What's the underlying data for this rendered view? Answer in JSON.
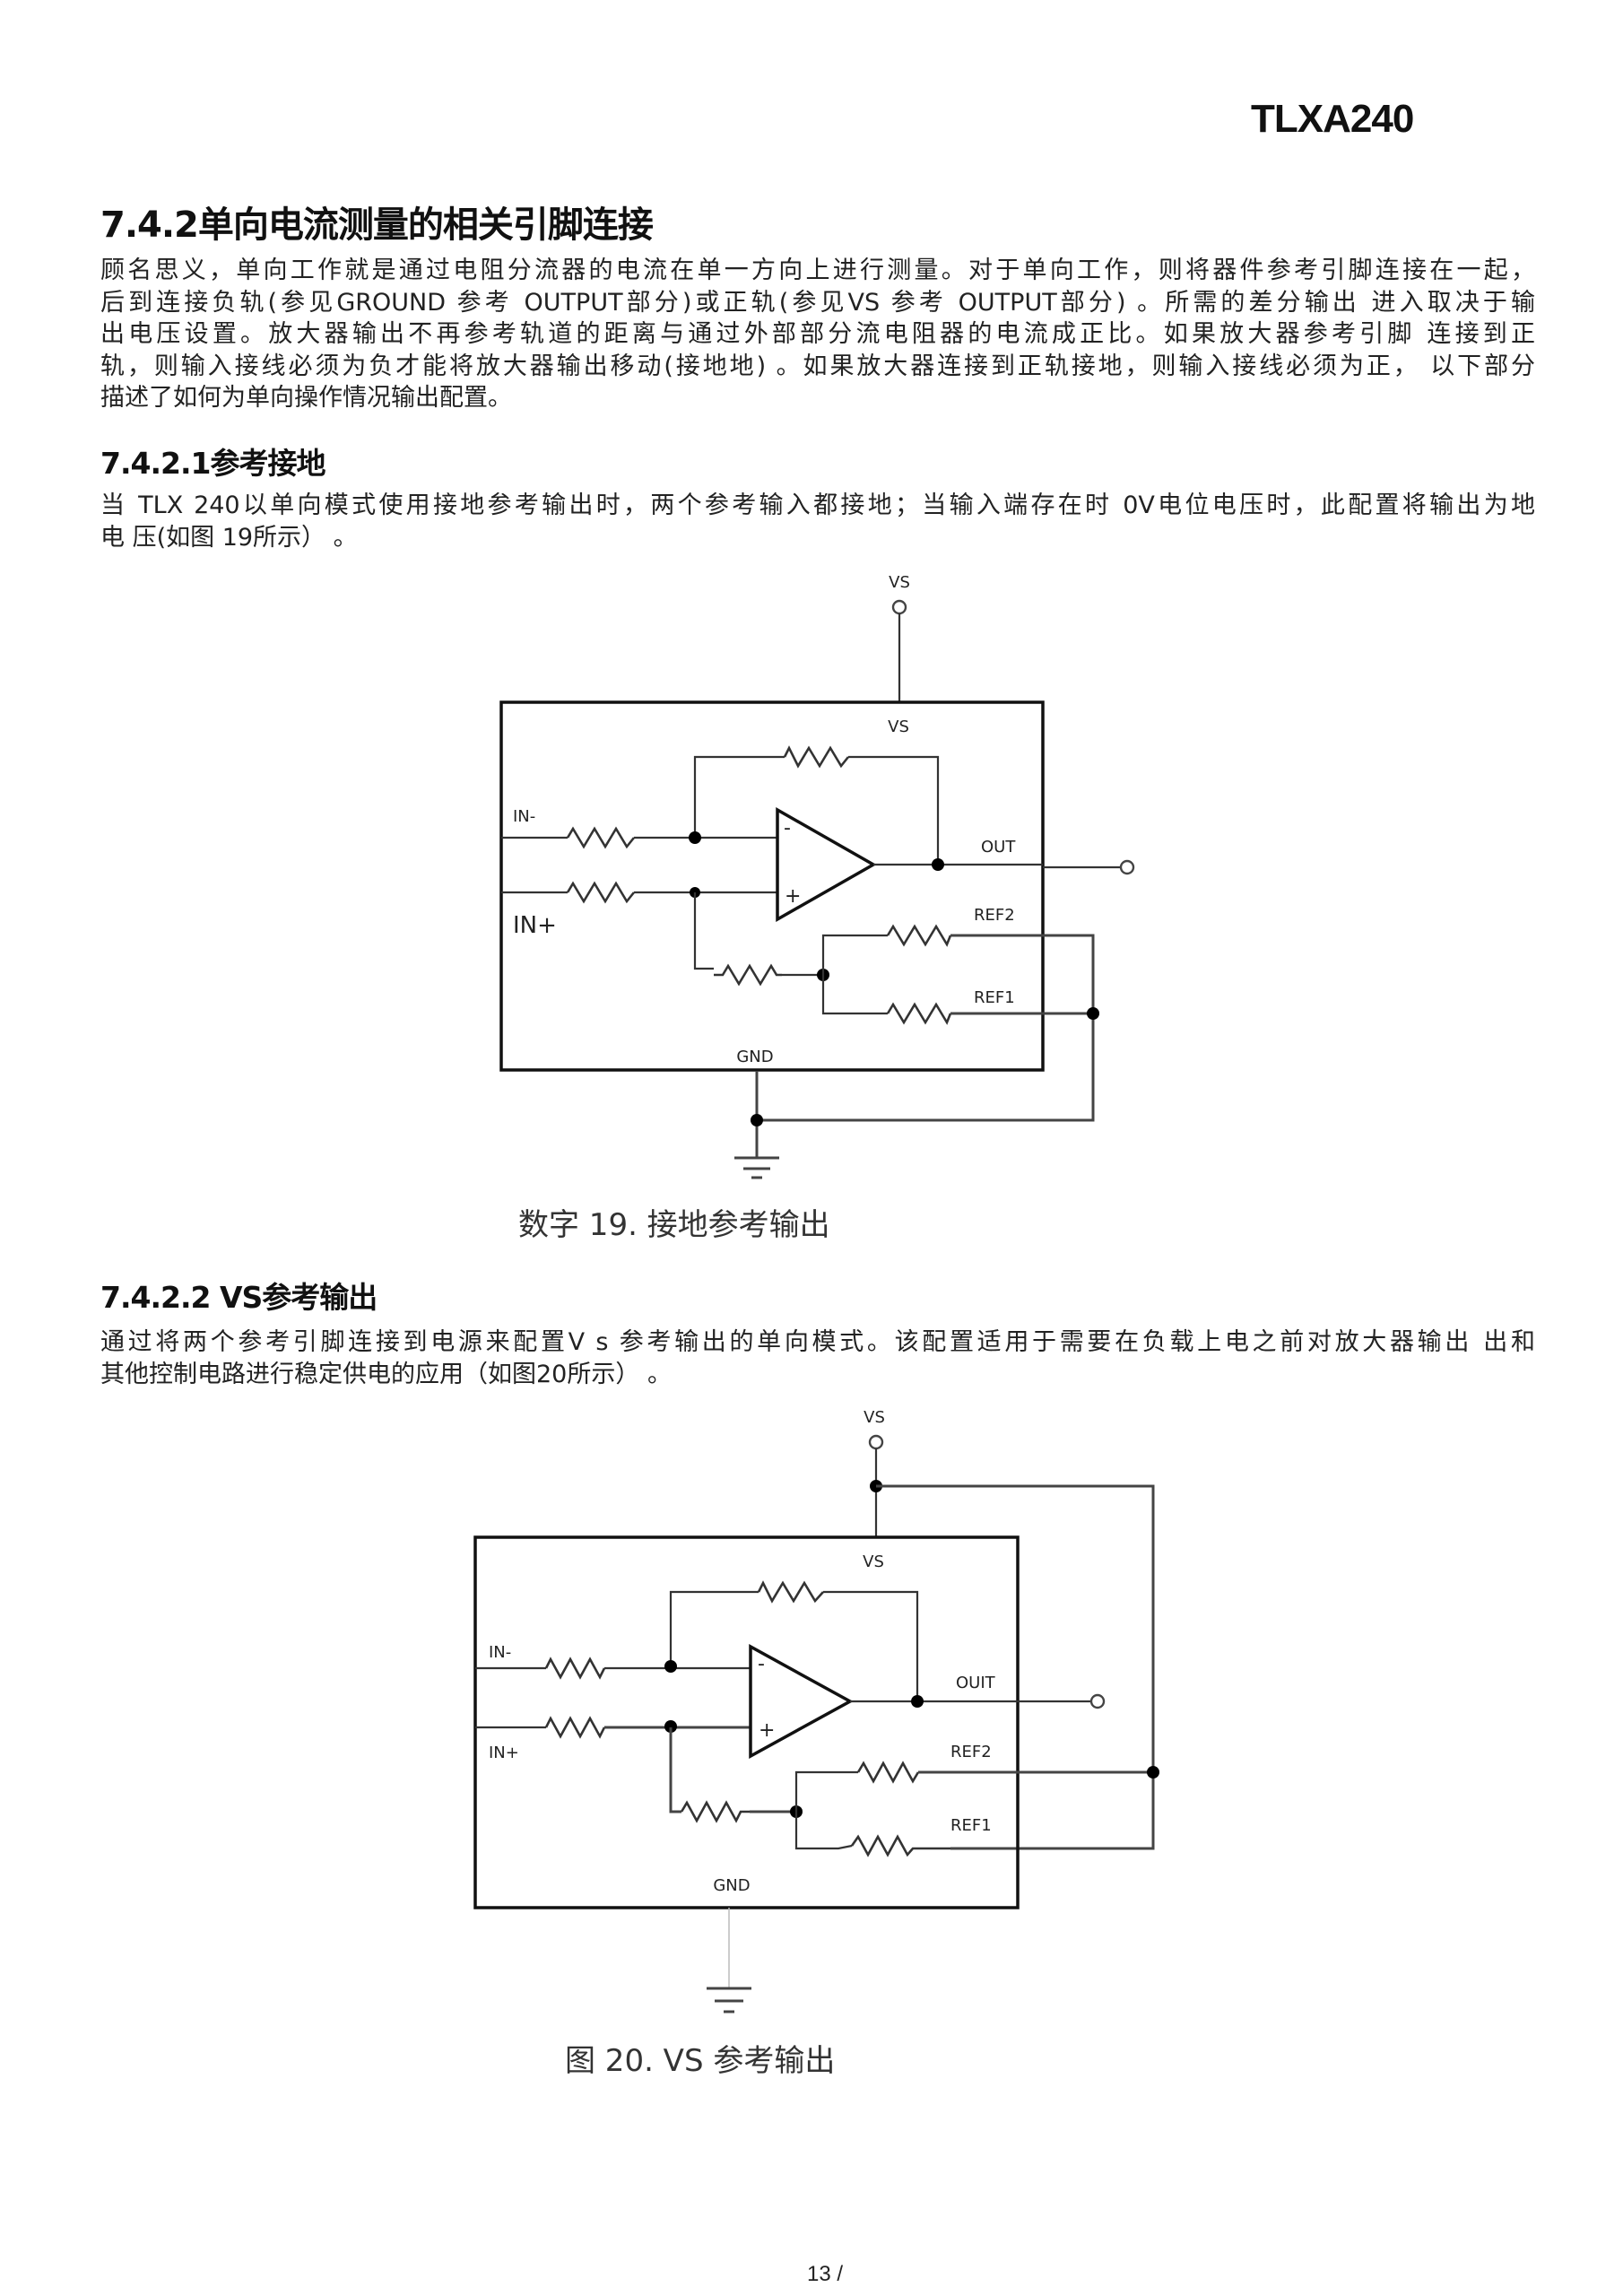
{
  "header": {
    "doc_id": "TLXA240"
  },
  "section": {
    "heading": "7.4.2单向电流测量的相关引脚连接",
    "paragraph_lines": [
      "顾名思义，单向工作就是通过电阻分流器的电流在单一方向上进行测量。对于单向工作，则将器件参考引脚连接在一起，",
      "后到连接负轨(参见GROUND 参考 OUTPUT部分)或正轨(参见VS 参考 OUTPUT部分) 。所需的差分输出 进入取决于输",
      "出电压设置。放大器输出不再参考轨道的距离与通过外部部分流电阻器的电流成正比。如果放大器参考引脚 连接到正",
      "轨，则输入接线必须为负才能将放大器输出移动(接地地) 。如果放大器连接到正轨接地，则输入接线必须为正，  以下部分",
      "描述了如何为单向操作情况输出配置。"
    ]
  },
  "subsection_ground": {
    "heading": "7.4.2.1参考接地",
    "paragraph_lines": [
      "当 TLX 240以单向模式使用接地参考输出时，两个参考输入都接地；当输入端存在时 0V电位电压时，此配置将输出为地",
      "电 压(如图 19所示） 。"
    ],
    "figure": {
      "caption": "数字 19. 接地参考输出",
      "labels": {
        "vs_external": "VS",
        "vs_internal": "VS",
        "in_minus": "IN-",
        "in_plus": "IN+",
        "out": "OUT",
        "ref2": "REF2",
        "ref1": "REF1",
        "gnd": "GND",
        "minus_sign": "-",
        "plus_sign": "+"
      }
    }
  },
  "subsection_vs": {
    "heading": "7.4.2.2 VS参考输出",
    "paragraph_lines": [
      "通过将两个参考引脚连接到电源来配置V s 参考输出的单向模式。该配置适用于需要在负载上电之前对放大器输出 出和",
      "其他控制电路进行稳定供电的应用（如图20所示） 。"
    ],
    "figure": {
      "caption": "图 20. VS 参考输出",
      "labels": {
        "vs_external": "VS",
        "vs_internal": "VS",
        "in_minus": "IN-",
        "in_plus": "IN+",
        "out": "OUIT",
        "ref2": "REF2",
        "ref1": "REF1",
        "gnd": "GND",
        "minus_sign": "-",
        "plus_sign": "+"
      }
    }
  },
  "footer": {
    "page_number": "13 /"
  }
}
